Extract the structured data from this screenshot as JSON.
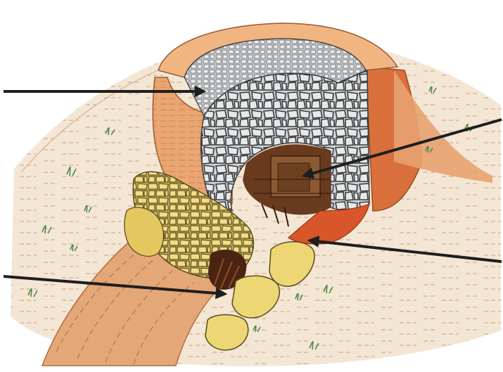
{
  "colors": {
    "ground": "#f3e3cf",
    "ground_line": "#b98a63",
    "wall_outer": "#e9a572",
    "wall_outer_dark": "#d98550",
    "rim": "#f1b582",
    "kiln_inner_fill": "#cfd3d6",
    "stone_grey": "#e4e6e8",
    "stone_outline": "#3a3a3a",
    "chamber": "#6a3a1f",
    "chamber_light": "#8b5a33",
    "red_lining": "#d9562a",
    "yellow_stone": "#ecd774",
    "yellow_stone_dark": "#b69b3b",
    "grass": "#5d9a58",
    "arrow": "#1e1e1e"
  },
  "pointers": [
    {
      "name": "pointer-stone-wall-arrow",
      "target": "stone-lined-wall"
    },
    {
      "name": "pointer-firing-chamber-arrow",
      "target": "firing-chamber"
    },
    {
      "name": "pointer-red-lining-arrow",
      "target": "fired-clay-lining"
    },
    {
      "name": "pointer-stoke-hole-arrow",
      "target": "stoke-hole-fuel"
    }
  ]
}
